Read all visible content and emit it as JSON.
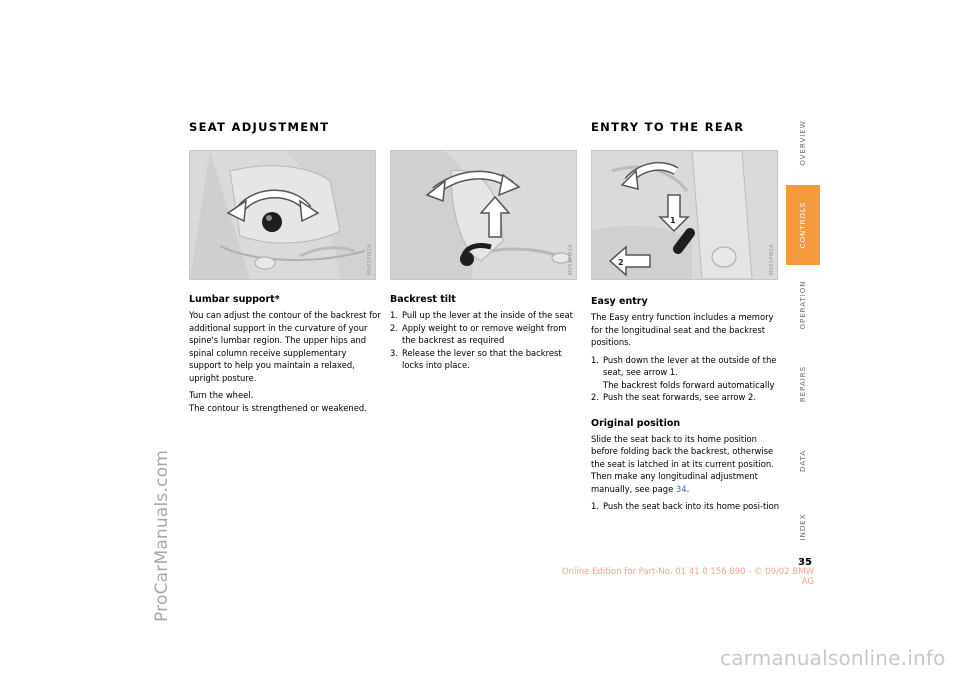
{
  "watermark": {
    "left": "ProCarManuals.com",
    "bottom": "carmanualsonline.info"
  },
  "sections": {
    "seat_adjustment_title": "SEAT ADJUSTMENT",
    "entry_rear_title": "ENTRY TO THE REAR"
  },
  "figures": [
    {
      "code": "MV01PW1A"
    },
    {
      "code": "MV01PW1A"
    },
    {
      "code": "MV01PW1A"
    }
  ],
  "lumbar": {
    "heading": "Lumbar support*",
    "para1": "You can adjust the contour of the backrest for additional support in the curvature of your spine's lumbar region. The upper hips and spinal column receive supplementary support to help you maintain a relaxed, upright posture.",
    "para2": "Turn the wheel.",
    "para3": "The contour is strengthened or weakened."
  },
  "backrest": {
    "heading": "Backrest tilt",
    "items": [
      {
        "num": "1.",
        "text": "Pull up the lever at the inside of the seat"
      },
      {
        "num": "2.",
        "text": "Apply weight to or remove weight from the backrest as required"
      },
      {
        "num": "3.",
        "text": "Release the lever so that the backrest locks into place."
      }
    ]
  },
  "easy_entry": {
    "heading": "Easy entry",
    "para": "The Easy entry function includes a memory for the longitudinal seat and the backrest positions.",
    "items": [
      {
        "num": "1.",
        "text": "Push down the lever at the outside of the seat, see arrow 1.",
        "sub": "The backrest folds forward automatically"
      },
      {
        "num": "2.",
        "text": "Push the seat forwards, see arrow 2.",
        "sub": ""
      }
    ]
  },
  "original": {
    "heading": "Original position",
    "para_before": "Slide the seat back to its home position before folding back the backrest, otherwise the seat is latched in at its current position. Then make any longitudinal adjustment manually, see page ",
    "page_ref": "34",
    "para_after": ".",
    "items": [
      {
        "num": "1.",
        "text": "Push the seat back into its home posi-tion"
      }
    ]
  },
  "sidebar": {
    "tabs": [
      {
        "label": "OVERVIEW",
        "active": false
      },
      {
        "label": "CONTROLS",
        "active": true
      },
      {
        "label": "OPERATION",
        "active": false
      },
      {
        "label": "REPAIRS",
        "active": false
      },
      {
        "label": "DATA",
        "active": false
      },
      {
        "label": "INDEX",
        "active": false
      }
    ],
    "active_color": "#f39a3c"
  },
  "page_number": "35",
  "footer": "Online Edition for Part-No. 01 41 0 156 890 - © 09/02 BMW AG"
}
